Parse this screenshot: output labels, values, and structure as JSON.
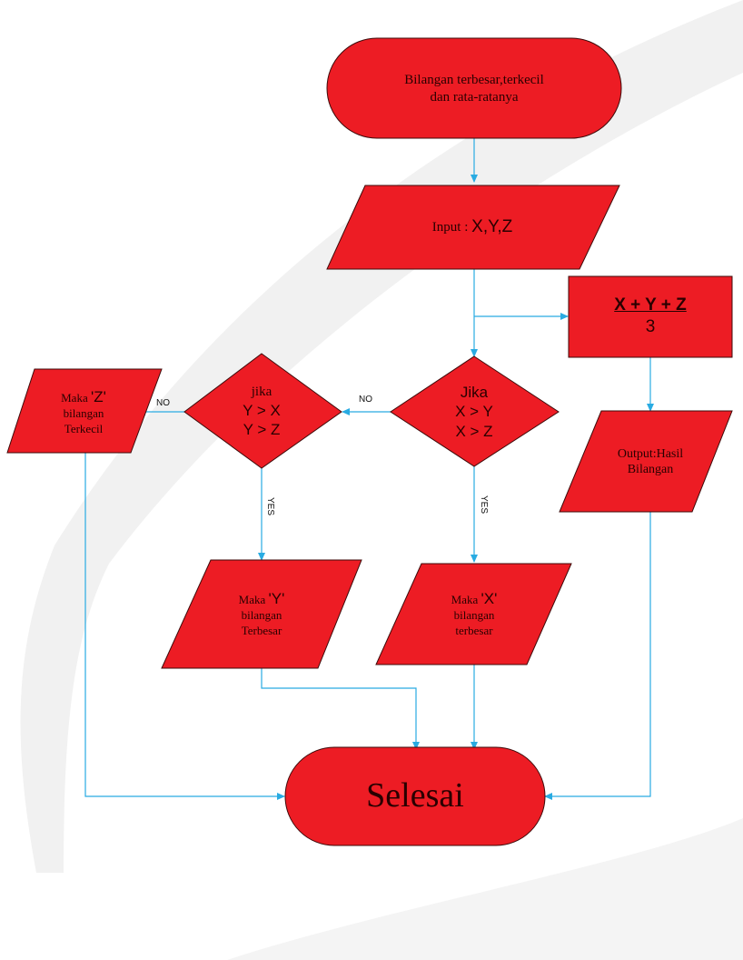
{
  "start": {
    "line1": "Bilangan terbesar,terkecil",
    "line2": "dan rata-ratanya"
  },
  "input": {
    "label": "Input :",
    "vars": "X,Y,Z"
  },
  "average": {
    "numerator": "X + Y + Z",
    "denominator": "3"
  },
  "output": {
    "line1": "Output:Hasil",
    "line2": "Bilangan"
  },
  "decision_x": {
    "line1": "Jika",
    "line2": "X > Y",
    "line3": "X > Z"
  },
  "decision_y": {
    "line1": "jika",
    "line2": "Y > X",
    "line3": "Y > Z"
  },
  "result_z": {
    "prefix": "Maka",
    "var": "'Z'",
    "line2": "bilangan",
    "line3": "Terkecil"
  },
  "result_y": {
    "prefix": "Maka",
    "var": "'Y'",
    "line2": "bilangan",
    "line3": "Terbesar"
  },
  "result_x": {
    "prefix": "Maka",
    "var": "'X'",
    "line2": "bilangan",
    "line3": "terbesar"
  },
  "end": {
    "label": "Selesai"
  },
  "edge_labels": {
    "no_1": "NO",
    "no_2": "NO",
    "yes_1": "YES",
    "yes_2": "YES"
  },
  "colors": {
    "node_fill": "#ed1c24",
    "node_stroke": "#3d0a0a",
    "edge": "#29abe2"
  }
}
